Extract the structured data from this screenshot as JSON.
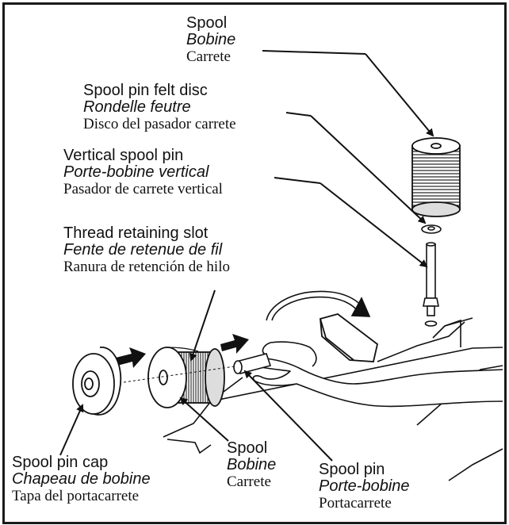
{
  "labels": {
    "spool_top": {
      "en": "Spool",
      "fr": "Bobine",
      "es": "Carrete"
    },
    "felt_disc": {
      "en": "Spool pin felt disc",
      "fr": "Rondelle feutre",
      "es": "Disco del pasador carrete"
    },
    "vertical_pin": {
      "en": "Vertical spool pin",
      "fr": "Porte-bobine vertical",
      "es": "Pasador de carrete vertical"
    },
    "retaining_slot": {
      "en": "Thread retaining slot",
      "fr": "Fente de retenue de fil",
      "es": "Ranura de retención de hilo"
    },
    "pin_cap": {
      "en": "Spool pin cap",
      "fr": "Chapeau de bobine",
      "es": "Tapa del portacarrete"
    },
    "spool_bottom": {
      "en": "Spool",
      "fr": "Bobine",
      "es": "Carrete"
    },
    "spool_pin": {
      "en": "Spool pin",
      "fr": "Porte-bobine",
      "es": "Portacarrete"
    }
  },
  "colors": {
    "ink": "#111111",
    "border": "#1a1a1a",
    "background": "#ffffff"
  }
}
